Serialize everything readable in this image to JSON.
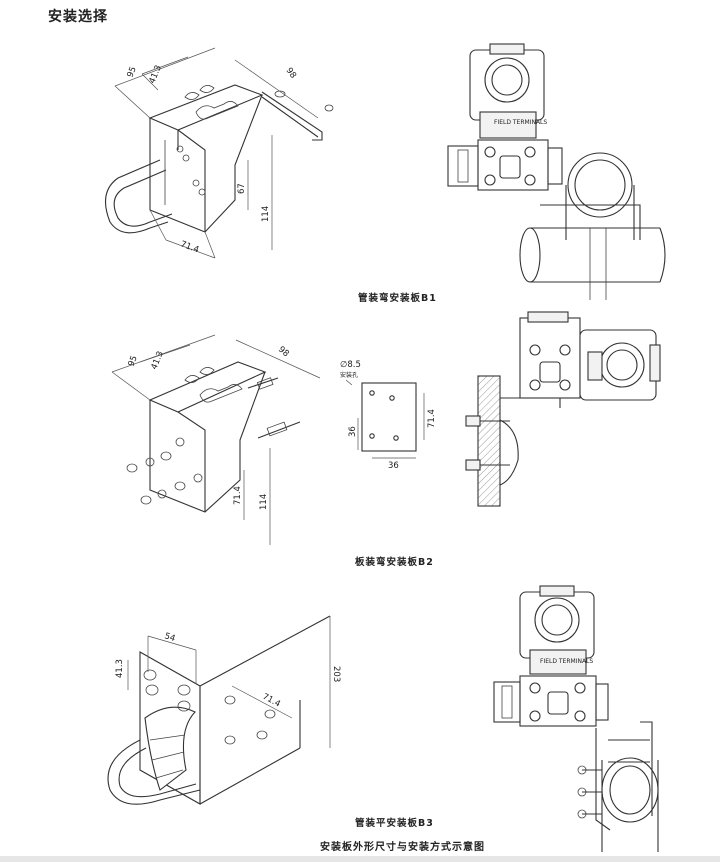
{
  "page": {
    "heading": "安装选择",
    "overall_caption": "安装板外形尺寸与安装方式示意图"
  },
  "figures": [
    {
      "caption": "管装弯安装板B1",
      "dimensions": [
        "95",
        "41.3",
        "98",
        "67",
        "114",
        "71.4"
      ]
    },
    {
      "caption": "板装弯安装板B2",
      "dimensions": [
        "95",
        "41.3",
        "98",
        "71.4",
        "114",
        "36",
        "36",
        "71.4"
      ],
      "hole_note": "∅8.5",
      "hole_label": "安装孔"
    },
    {
      "caption": "管装平安装板B3",
      "dimensions": [
        "54",
        "41.3",
        "203",
        "71.4"
      ]
    }
  ],
  "transmitter_label": "FIELD TERMINALS"
}
